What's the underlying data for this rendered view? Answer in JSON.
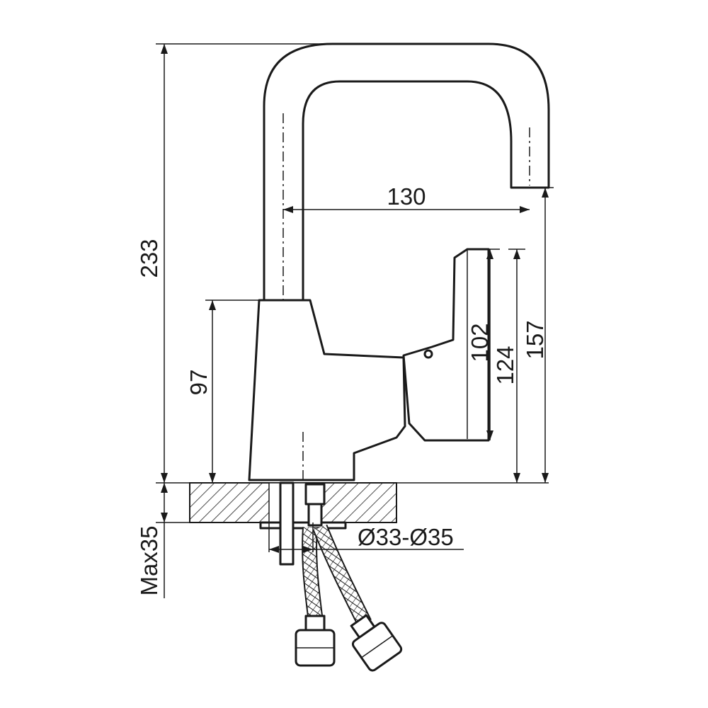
{
  "dimensions": {
    "height_total": "233",
    "spout_reach": "130",
    "body_height": "97",
    "handle_height_102": "102",
    "handle_height_124": "124",
    "outlet_height": "157",
    "max_thickness": "Max35",
    "hole_diameter": "Ø33-Ø35"
  },
  "colors": {
    "line": "#1a1a1a",
    "background": "#ffffff"
  }
}
